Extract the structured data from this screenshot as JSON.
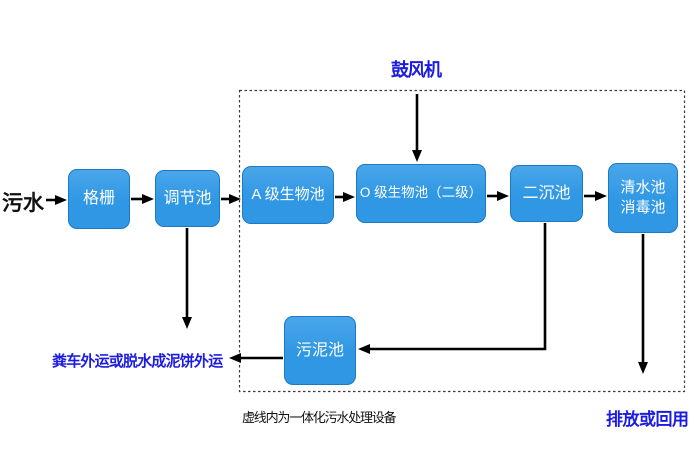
{
  "flow": {
    "influent_label": "污水",
    "blower_label": "鼓风机",
    "boxes": {
      "grid": {
        "label": "格栅"
      },
      "regulating": {
        "label": "调节池"
      },
      "a_bio": {
        "label": "A 级生物池"
      },
      "o_bio": {
        "label": "O 级生物池（二级）"
      },
      "secondary_sedimentation": {
        "label": "二沉池"
      },
      "clean_disinfection": {
        "label": "清水池\n消毒池"
      },
      "sludge": {
        "label": "污泥池"
      }
    },
    "sludge_disposal_label": "粪车外运或脱水成泥饼外运",
    "discharge_label": "排放或回用",
    "dashed_box_caption": "虚线内为一体化污水处理设备",
    "colors": {
      "box_fill": "#2f97e3",
      "box_fill_light": "#4aa6ea",
      "box_border": "#1b7ac2",
      "blue_text": "#1c1ce0",
      "arrow": "#000000",
      "box_text": "#ffffff"
    }
  }
}
